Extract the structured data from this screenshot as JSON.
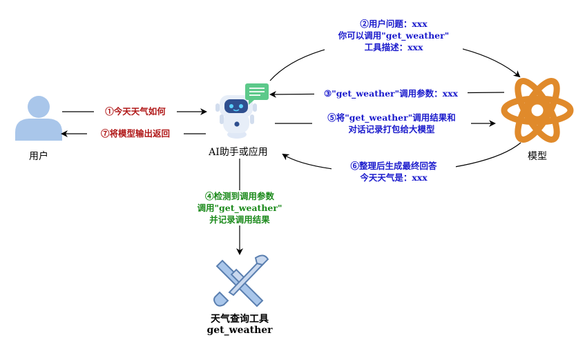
{
  "nodes": {
    "user": "用户",
    "assistant": "AI助手或应用",
    "model": "模型",
    "tool_name": "天气查询工具",
    "tool_id": "get_weather"
  },
  "edges": {
    "e1": "①今天天气如何",
    "e7": "⑦将模型输出返回",
    "e2_line1": "②用户问题：xxx",
    "e2_line2": "你可以调用\"get_weather\"",
    "e2_line3": "工具描述：xxx",
    "e3": "③\"get_weather\"调用参数：xxx",
    "e5_line1": "⑤将\"get_weather\"调用结果和",
    "e5_line2": "对话记录打包给大模型",
    "e6_line1": "⑥整理后生成最终回答",
    "e6_line2": "今天天气是：xxx",
    "e4_line1": "④检测到调用参数",
    "e4_line2": "调用\"get_weather\"",
    "e4_line3": "并记录调用结果"
  },
  "colors": {
    "blue_text": "#1b1bcc",
    "red_text": "#b01818",
    "green_text": "#1c8a1c",
    "user_icon": "#a9c6ea",
    "model_icon": "#e08a2b",
    "tool_icon": "#a9c6ea",
    "chat_bubble": "#5cc98a"
  },
  "icons": {
    "user": "person-icon",
    "assistant": "robot-icon",
    "chat": "chat-bubble-icon",
    "model": "atom-icon",
    "tool": "wrench-screwdriver-icon"
  }
}
